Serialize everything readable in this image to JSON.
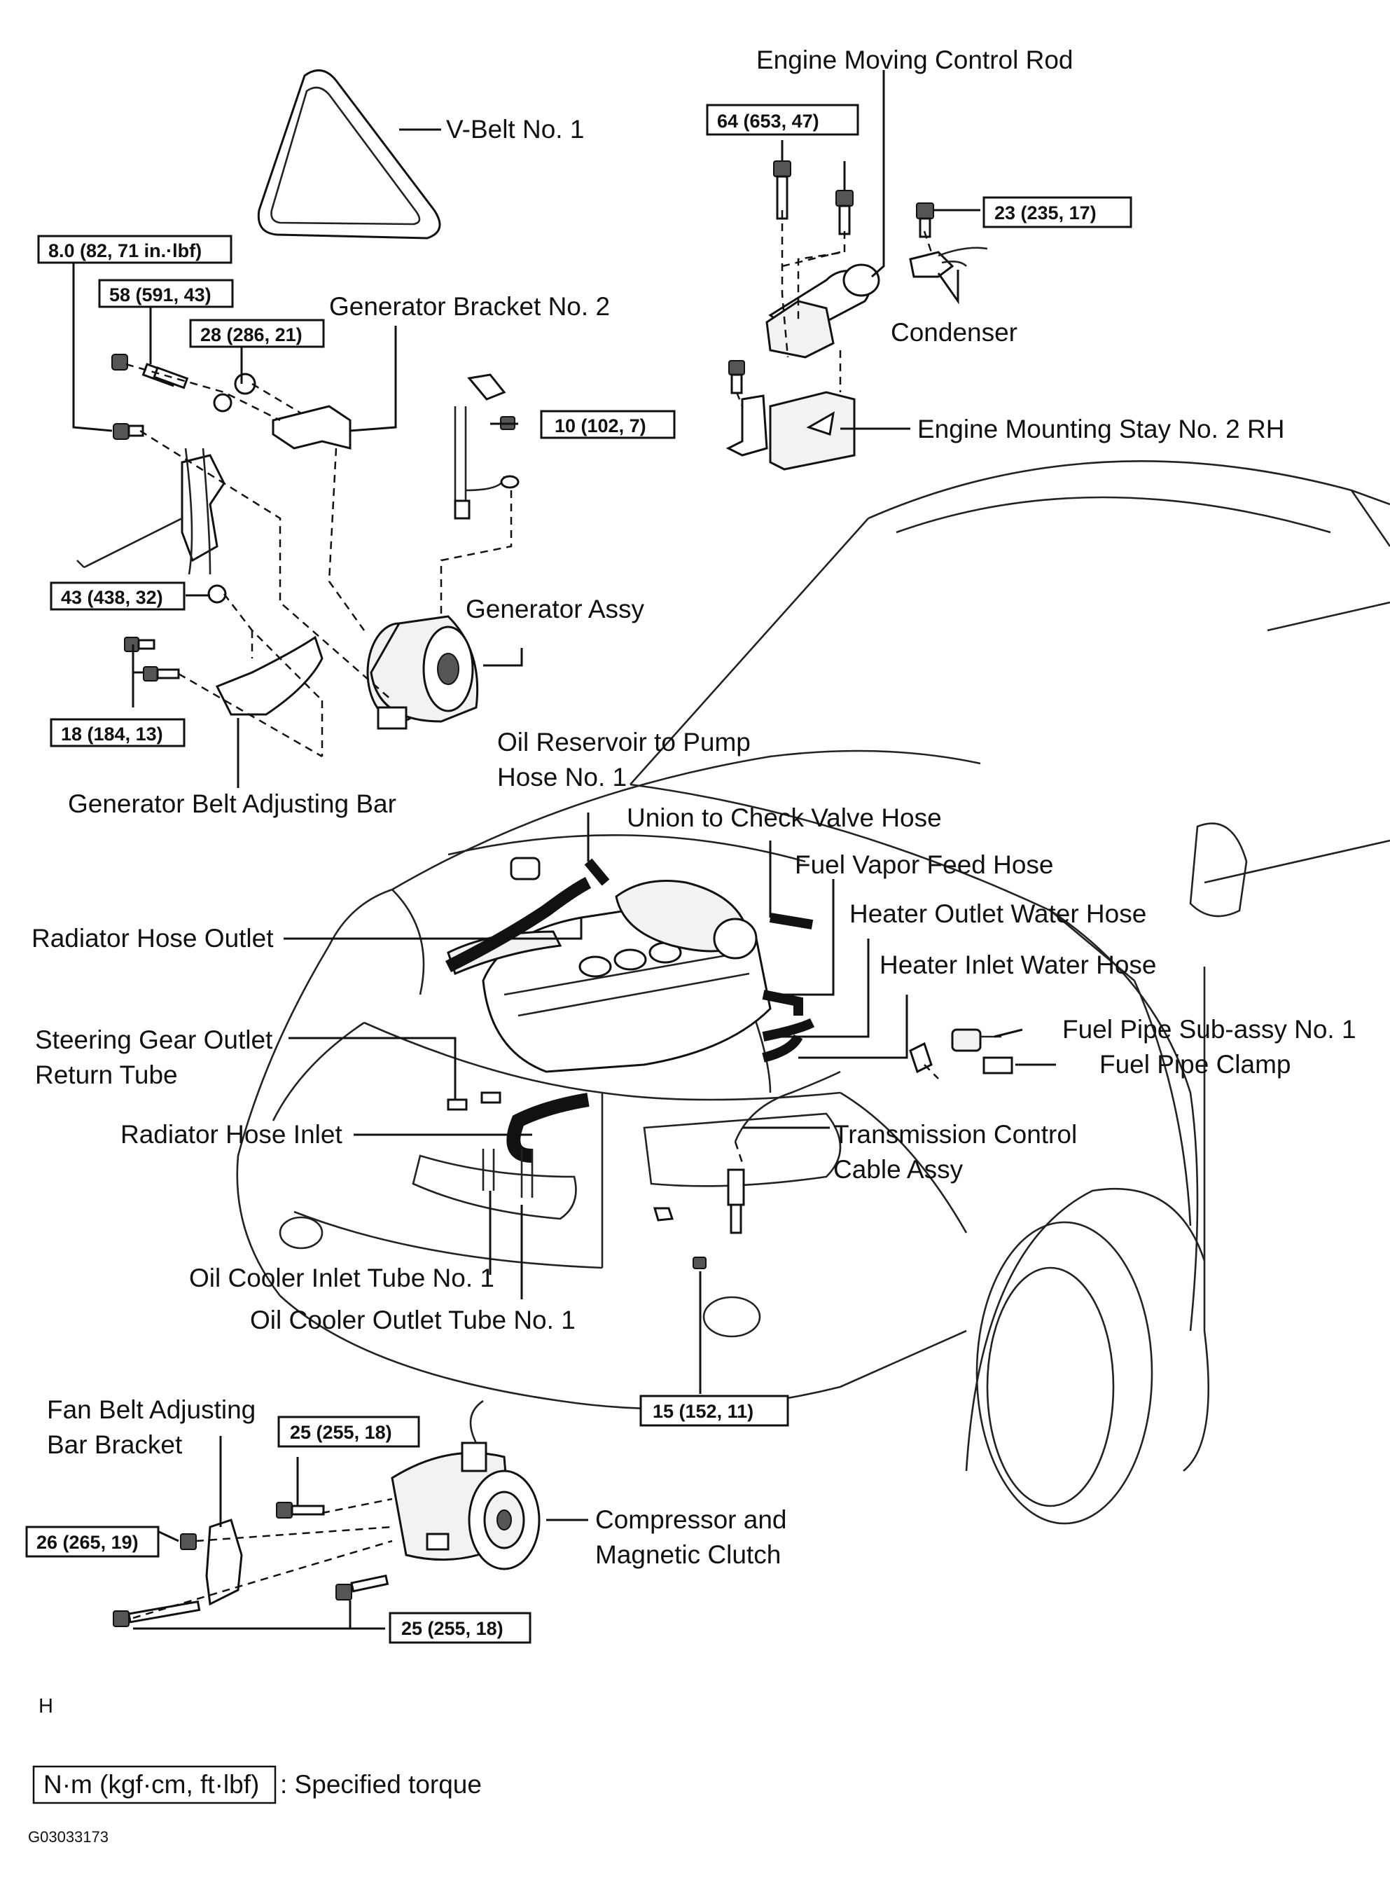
{
  "labels": {
    "v_belt": "V-Belt  No. 1",
    "engine_moving_control_rod": "Engine Moving Control Rod",
    "generator_bracket_no2": "Generator Bracket No. 2",
    "condenser": "Condenser",
    "engine_mounting_stay": "Engine Mounting Stay No. 2 RH",
    "generator_assy": "Generator Assy",
    "generator_belt_adjusting_bar": "Generator Belt Adjusting Bar",
    "oil_reservoir_line1": "Oil Reservoir to Pump",
    "oil_reservoir_line2": "Hose No. 1",
    "union_check_valve": "Union to Check Valve Hose",
    "fuel_vapor_feed": "Fuel Vapor Feed Hose",
    "radiator_hose_outlet": "Radiator Hose Outlet",
    "heater_outlet": "Heater Outlet Water Hose",
    "heater_inlet": "Heater Inlet Water Hose",
    "steering_line1": "Steering Gear Outlet",
    "steering_line2": "Return Tube",
    "fuel_pipe_subassy": "Fuel Pipe Sub-assy No. 1",
    "fuel_pipe_clamp": "Fuel Pipe Clamp",
    "radiator_hose_inlet": "Radiator Hose Inlet",
    "transmission_line1": "Transmission Control",
    "transmission_line2": "Cable Assy",
    "oil_cooler_inlet": "Oil Cooler Inlet Tube No. 1",
    "oil_cooler_outlet": "Oil Cooler Outlet Tube No. 1",
    "fan_belt_line1": "Fan Belt Adjusting",
    "fan_belt_line2": "Bar Bracket",
    "compressor_line1": "Compressor  and",
    "compressor_line2": "Magnetic Clutch"
  },
  "torques": {
    "t_8_0": "8.0 (82, 71 in.·lbf)",
    "t_58": "58 (591, 43)",
    "t_28": "28 (286, 21)",
    "t_10": "10 (102, 7)",
    "t_43": "43 (438, 32)",
    "t_18": "18 (184, 13)",
    "t_64": "64 (653, 47)",
    "t_23": "23 (235, 17)",
    "t_15": "15 (152, 11)",
    "t_25a": "25 (255, 18)",
    "t_26": "26 (265, 19)",
    "t_25b": "25 (255, 18)"
  },
  "legend": {
    "unit_box": "N·m (kgf·cm, ft·lbf)",
    "description": ": Specified torque"
  },
  "footer": {
    "marker": "H",
    "figure_code": "G03033173"
  }
}
